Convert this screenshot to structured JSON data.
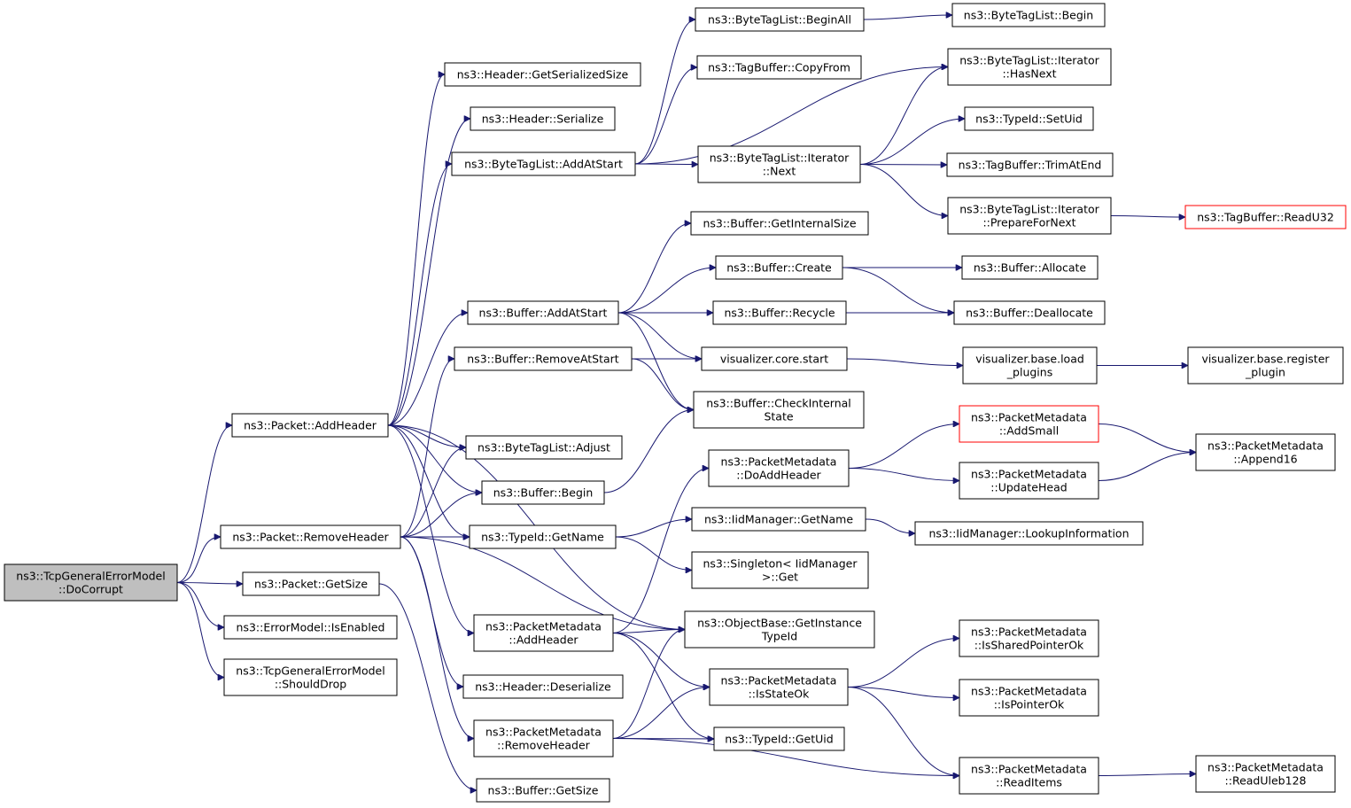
{
  "nodes": [
    {
      "id": "root",
      "lines": [
        "ns3::TcpGeneralErrorModel",
        "::DoCorrupt"
      ],
      "style": "root"
    },
    {
      "id": "pkt_addheader",
      "lines": [
        "ns3::Packet::AddHeader"
      ]
    },
    {
      "id": "pkt_removeheader",
      "lines": [
        "ns3::Packet::RemoveHeader"
      ]
    },
    {
      "id": "pkt_getsize",
      "lines": [
        "ns3::Packet::GetSize"
      ]
    },
    {
      "id": "em_isenabled",
      "lines": [
        "ns3::ErrorModel::IsEnabled"
      ]
    },
    {
      "id": "tcp_shoulddrop",
      "lines": [
        "ns3::TcpGeneralErrorModel",
        "::ShouldDrop"
      ]
    },
    {
      "id": "hdr_getsersize",
      "lines": [
        "ns3::Header::GetSerializedSize"
      ]
    },
    {
      "id": "hdr_serialize",
      "lines": [
        "ns3::Header::Serialize"
      ]
    },
    {
      "id": "btl_addatstart",
      "lines": [
        "ns3::ByteTagList::AddAtStart"
      ]
    },
    {
      "id": "buf_addatstart",
      "lines": [
        "ns3::Buffer::AddAtStart"
      ]
    },
    {
      "id": "buf_removeatstart",
      "lines": [
        "ns3::Buffer::RemoveAtStart"
      ]
    },
    {
      "id": "btl_adjust",
      "lines": [
        "ns3::ByteTagList::Adjust"
      ]
    },
    {
      "id": "buf_begin",
      "lines": [
        "ns3::Buffer::Begin"
      ]
    },
    {
      "id": "typeid_getname",
      "lines": [
        "ns3::TypeId::GetName"
      ]
    },
    {
      "id": "pm_addheader",
      "lines": [
        "ns3::PacketMetadata",
        "::AddHeader"
      ]
    },
    {
      "id": "hdr_deserialize",
      "lines": [
        "ns3::Header::Deserialize"
      ]
    },
    {
      "id": "pm_removeheader",
      "lines": [
        "ns3::PacketMetadata",
        "::RemoveHeader"
      ]
    },
    {
      "id": "buf_getsize",
      "lines": [
        "ns3::Buffer::GetSize"
      ]
    },
    {
      "id": "btl_beginall",
      "lines": [
        "ns3::ByteTagList::BeginAll"
      ]
    },
    {
      "id": "tb_copyfrom",
      "lines": [
        "ns3::TagBuffer::CopyFrom"
      ]
    },
    {
      "id": "btli_next",
      "lines": [
        "ns3::ByteTagList::Iterator",
        "::Next"
      ]
    },
    {
      "id": "buf_getinternalsize",
      "lines": [
        "ns3::Buffer::GetInternalSize"
      ]
    },
    {
      "id": "buf_create",
      "lines": [
        "ns3::Buffer::Create"
      ]
    },
    {
      "id": "buf_recycle",
      "lines": [
        "ns3::Buffer::Recycle"
      ]
    },
    {
      "id": "viz_core_start",
      "lines": [
        "visualizer.core.start"
      ]
    },
    {
      "id": "buf_checkinternal",
      "lines": [
        "ns3::Buffer::CheckInternal",
        "State"
      ]
    },
    {
      "id": "pm_doaddheader",
      "lines": [
        "ns3::PacketMetadata",
        "::DoAddHeader"
      ]
    },
    {
      "id": "iid_getname",
      "lines": [
        "ns3::IidManager::GetName"
      ]
    },
    {
      "id": "singleton_get",
      "lines": [
        "ns3::Singleton< IidManager",
        ">::Get"
      ]
    },
    {
      "id": "ob_getinstancetypeid",
      "lines": [
        "ns3::ObjectBase::GetInstance",
        "TypeId"
      ]
    },
    {
      "id": "pm_isstateok",
      "lines": [
        "ns3::PacketMetadata",
        "::IsStateOk"
      ]
    },
    {
      "id": "typeid_getuid",
      "lines": [
        "ns3::TypeId::GetUid"
      ]
    },
    {
      "id": "btl_begin",
      "lines": [
        "ns3::ByteTagList::Begin"
      ]
    },
    {
      "id": "btli_hasnext",
      "lines": [
        "ns3::ByteTagList::Iterator",
        "::HasNext"
      ]
    },
    {
      "id": "typeid_setuid",
      "lines": [
        "ns3::TypeId::SetUid"
      ]
    },
    {
      "id": "tb_trimatend",
      "lines": [
        "ns3::TagBuffer::TrimAtEnd"
      ]
    },
    {
      "id": "btli_prepare",
      "lines": [
        "ns3::ByteTagList::Iterator",
        "::PrepareForNext"
      ]
    },
    {
      "id": "buf_allocate",
      "lines": [
        "ns3::Buffer::Allocate"
      ]
    },
    {
      "id": "buf_deallocate",
      "lines": [
        "ns3::Buffer::Deallocate"
      ]
    },
    {
      "id": "viz_base_load",
      "lines": [
        "visualizer.base.load",
        "_plugins"
      ]
    },
    {
      "id": "pm_addsmall",
      "lines": [
        "ns3::PacketMetadata",
        "::AddSmall"
      ],
      "style": "red"
    },
    {
      "id": "pm_updatehead",
      "lines": [
        "ns3::PacketMetadata",
        "::UpdateHead"
      ]
    },
    {
      "id": "iid_lookup",
      "lines": [
        "ns3::IidManager::LookupInformation"
      ]
    },
    {
      "id": "pm_issharedptrok",
      "lines": [
        "ns3::PacketMetadata",
        "::IsSharedPointerOk"
      ]
    },
    {
      "id": "pm_ispointerok",
      "lines": [
        "ns3::PacketMetadata",
        "::IsPointerOk"
      ]
    },
    {
      "id": "pm_readitems",
      "lines": [
        "ns3::PacketMetadata",
        "::ReadItems"
      ]
    },
    {
      "id": "tb_readu32",
      "lines": [
        "ns3::TagBuffer::ReadU32"
      ],
      "style": "red"
    },
    {
      "id": "viz_base_register",
      "lines": [
        "visualizer.base.register",
        "_plugin"
      ]
    },
    {
      "id": "pm_append16",
      "lines": [
        "ns3::PacketMetadata",
        "::Append16"
      ]
    },
    {
      "id": "pm_readuleb128",
      "lines": [
        "ns3::PacketMetadata",
        "::ReadUleb128"
      ]
    }
  ],
  "edges": [
    [
      "root",
      "pkt_addheader"
    ],
    [
      "root",
      "pkt_removeheader"
    ],
    [
      "root",
      "pkt_getsize"
    ],
    [
      "root",
      "em_isenabled"
    ],
    [
      "root",
      "tcp_shoulddrop"
    ],
    [
      "pkt_addheader",
      "hdr_getsersize"
    ],
    [
      "pkt_addheader",
      "hdr_serialize"
    ],
    [
      "pkt_addheader",
      "btl_addatstart"
    ],
    [
      "pkt_addheader",
      "buf_addatstart"
    ],
    [
      "pkt_addheader",
      "btl_adjust"
    ],
    [
      "pkt_addheader",
      "buf_begin"
    ],
    [
      "pkt_addheader",
      "typeid_getname"
    ],
    [
      "pkt_addheader",
      "pm_addheader"
    ],
    [
      "pkt_addheader",
      "ob_getinstancetypeid"
    ],
    [
      "pkt_removeheader",
      "buf_removeatstart"
    ],
    [
      "pkt_removeheader",
      "btl_adjust"
    ],
    [
      "pkt_removeheader",
      "buf_begin"
    ],
    [
      "pkt_removeheader",
      "typeid_getname"
    ],
    [
      "pkt_removeheader",
      "ob_getinstancetypeid"
    ],
    [
      "pkt_removeheader",
      "hdr_deserialize"
    ],
    [
      "pkt_removeheader",
      "pm_removeheader"
    ],
    [
      "pkt_getsize",
      "buf_getsize"
    ],
    [
      "btl_addatstart",
      "btl_beginall"
    ],
    [
      "btl_addatstart",
      "tb_copyfrom"
    ],
    [
      "btl_addatstart",
      "btli_hasnext"
    ],
    [
      "btl_addatstart",
      "btli_next"
    ],
    [
      "btl_beginall",
      "btl_begin"
    ],
    [
      "btli_next",
      "typeid_setuid"
    ],
    [
      "btli_next",
      "tb_trimatend"
    ],
    [
      "btli_next",
      "btli_prepare"
    ],
    [
      "btli_next",
      "btli_hasnext"
    ],
    [
      "btli_prepare",
      "tb_readu32"
    ],
    [
      "buf_addatstart",
      "buf_getinternalsize"
    ],
    [
      "buf_addatstart",
      "buf_create"
    ],
    [
      "buf_addatstart",
      "buf_recycle"
    ],
    [
      "buf_addatstart",
      "viz_core_start"
    ],
    [
      "buf_addatstart",
      "buf_checkinternal"
    ],
    [
      "buf_create",
      "buf_allocate"
    ],
    [
      "buf_create",
      "buf_deallocate"
    ],
    [
      "buf_recycle",
      "buf_deallocate"
    ],
    [
      "buf_removeatstart",
      "viz_core_start"
    ],
    [
      "buf_removeatstart",
      "buf_checkinternal"
    ],
    [
      "viz_core_start",
      "viz_base_load"
    ],
    [
      "viz_base_load",
      "viz_base_register"
    ],
    [
      "buf_begin",
      "buf_checkinternal"
    ],
    [
      "typeid_getname",
      "iid_getname"
    ],
    [
      "typeid_getname",
      "singleton_get"
    ],
    [
      "iid_getname",
      "iid_lookup"
    ],
    [
      "pm_addheader",
      "pm_doaddheader"
    ],
    [
      "pm_addheader",
      "ob_getinstancetypeid"
    ],
    [
      "pm_addheader",
      "pm_isstateok"
    ],
    [
      "pm_addheader",
      "typeid_getuid"
    ],
    [
      "pm_doaddheader",
      "pm_addsmall"
    ],
    [
      "pm_doaddheader",
      "pm_updatehead"
    ],
    [
      "pm_addsmall",
      "pm_append16"
    ],
    [
      "pm_updatehead",
      "pm_append16"
    ],
    [
      "pm_removeheader",
      "ob_getinstancetypeid"
    ],
    [
      "pm_removeheader",
      "pm_isstateok"
    ],
    [
      "pm_removeheader",
      "typeid_getuid"
    ],
    [
      "pm_removeheader",
      "pm_readitems"
    ],
    [
      "pm_isstateok",
      "pm_issharedptrok"
    ],
    [
      "pm_isstateok",
      "pm_ispointerok"
    ],
    [
      "pm_isstateok",
      "pm_readitems"
    ],
    [
      "pm_readitems",
      "pm_readuleb128"
    ]
  ]
}
